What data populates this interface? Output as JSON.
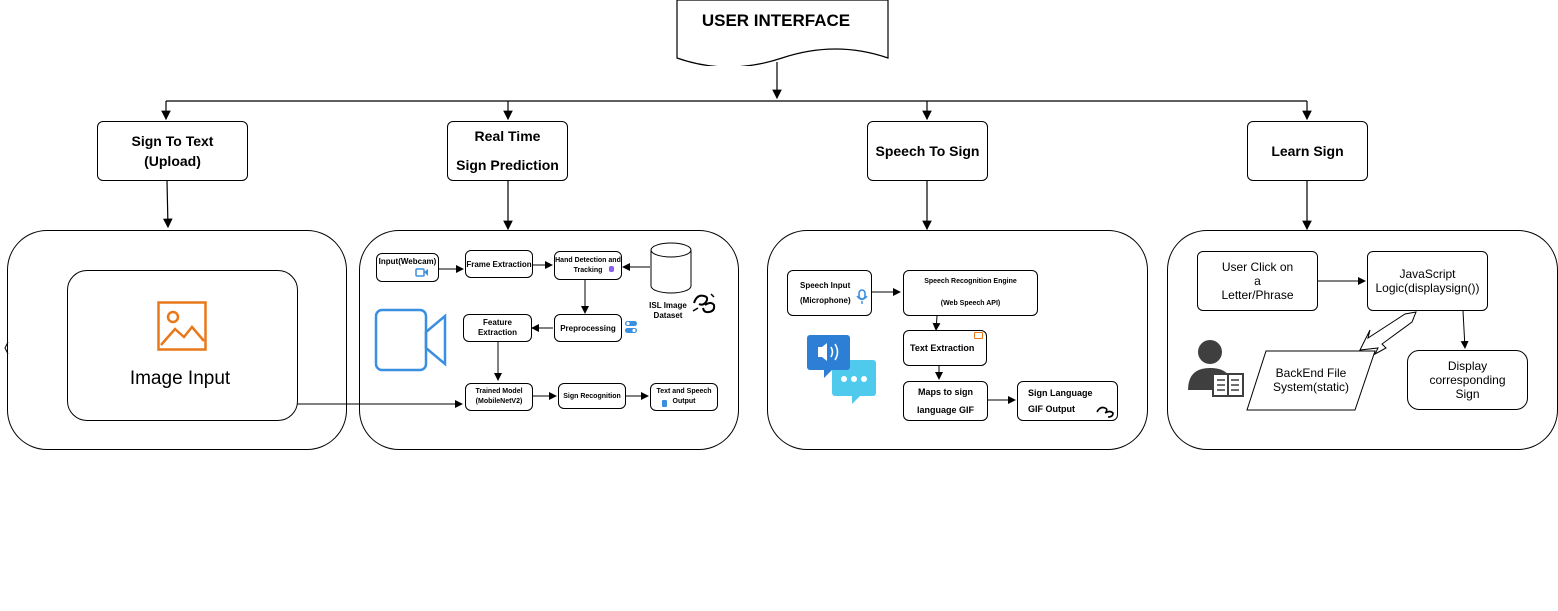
{
  "title": "USER INTERFACE",
  "modules": {
    "sign_to_text": {
      "line1": "Sign To Text",
      "line2": "(Upload)"
    },
    "real_time": {
      "line1": "Real Time",
      "line2": "Sign Prediction"
    },
    "speech_to_sign": {
      "label": "Speech To Sign"
    },
    "learn_sign": {
      "label": "Learn Sign"
    }
  },
  "sign_to_text_panel": {
    "image_input": "Image Input"
  },
  "real_time_panel": {
    "input_webcam": "Input(Webcam)",
    "frame_extraction": "Frame Extraction",
    "hand_detection": {
      "line1": "Hand Detection and",
      "line2": "Tracking"
    },
    "dataset": {
      "line1": "ISL Image",
      "line2": "Dataset"
    },
    "feature_extraction": {
      "line1": "Feature",
      "line2": "Extraction"
    },
    "preprocessing": "Preprocessing",
    "trained_model": {
      "line1": "Trained Model",
      "line2": "(MobileNetV2)"
    },
    "sign_recognition": "Sign Recognition",
    "text_speech_output": {
      "line1": "Text and Speech",
      "line2": "Output"
    }
  },
  "speech_panel": {
    "speech_input": {
      "line1": "Speech Input",
      "line2": "(Microphone)"
    },
    "recognition_engine": {
      "line1": "Speech Recognition Engine",
      "line2": "(Web Speech API)"
    },
    "text_extraction": "Text Extraction",
    "maps_gif": {
      "line1": "Maps to sign",
      "line2": "language GIF"
    },
    "gif_output": {
      "line1": "Sign Language",
      "line2": "GIF Output"
    }
  },
  "learn_panel": {
    "user_click": {
      "line1": "User Click on",
      "line2": "a",
      "line3": "Letter/Phrase"
    },
    "js_logic": {
      "line1": "JavaScript",
      "line2": "Logic(displaysign())"
    },
    "backend": {
      "line1": "BackEnd File",
      "line2": "System(static)"
    },
    "display": {
      "line1": "Display",
      "line2": "corresponding",
      "line3": "Sign"
    }
  },
  "colors": {
    "image_icon": "#e8791a",
    "camera_icon": "#3a8fe0",
    "speech_blue": "#2d7fd6",
    "chat_cyan": "#4fc9ec"
  }
}
